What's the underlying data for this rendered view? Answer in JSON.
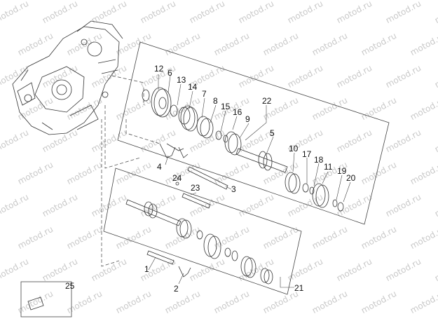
{
  "watermark": "motod.ru",
  "callouts": [
    "12",
    "6",
    "13",
    "14",
    "7",
    "8",
    "15",
    "16",
    "9",
    "22",
    "5",
    "10",
    "17",
    "18",
    "11",
    "19",
    "20",
    "4",
    "24",
    "23",
    "3",
    "1",
    "2",
    "21",
    "25"
  ]
}
